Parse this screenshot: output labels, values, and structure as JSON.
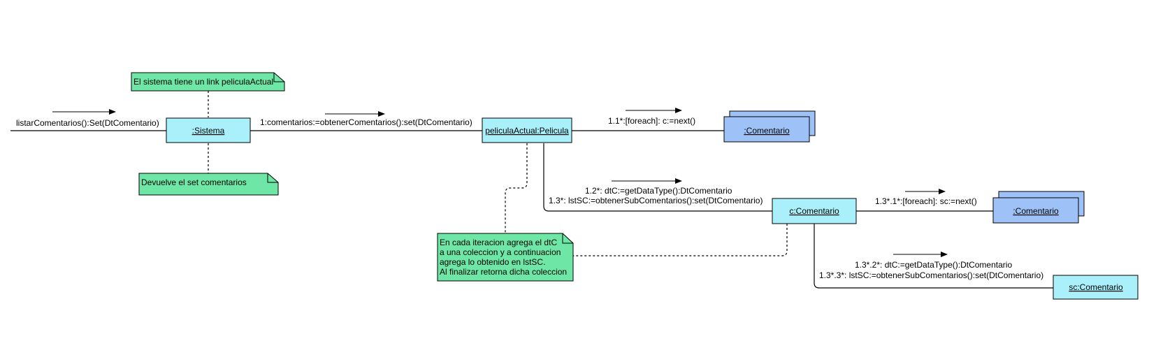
{
  "colors": {
    "object_fill": "#aaf0fa",
    "multi_object_fill": "#9ec2f7",
    "note_fill": "#6ee6a6",
    "stroke": "#000000"
  },
  "objects": {
    "sistema": ":Sistema",
    "pelicula": "peliculaActual:Pelicula",
    "comentario_multi_1": ":Comentario",
    "c_comentario": "c:Comentario",
    "comentario_multi_2": ":Comentario",
    "sc_comentario": "sc:Comentario"
  },
  "notes": {
    "link_note": "El sistema tiene un link peliculaActual",
    "return_note": "Devuelve el set  comentarios",
    "iteration_note": [
      "En cada iteracion agrega el dtC",
      "a una coleccion y a continuacion",
      "agrega lo obtenido en lstSC.",
      "Al finalizar retorna dicha coleccion"
    ]
  },
  "messages": {
    "entry": "listarComentarios():Set(DtComentario)",
    "m1": "1:comentarios:=obtenerComentarios():set(DtComentario)",
    "m1_1": "1.1*:[foreach]: c:=next()",
    "m1_2": "1.2*: dtC:=getDataType():DtComentario",
    "m1_3": "1.3*:  lstSC:=obtenerSubComentarios():set(DtComentario)",
    "m1_3_1": "1.3*.1*:[foreach]: sc:=next()",
    "m1_3_2": "1.3*.2*: dtC:=getDataType():DtComentario",
    "m1_3_3": "1.3*.3*:  lstSC:=obtenerSubComentarios():set(DtComentario)"
  }
}
